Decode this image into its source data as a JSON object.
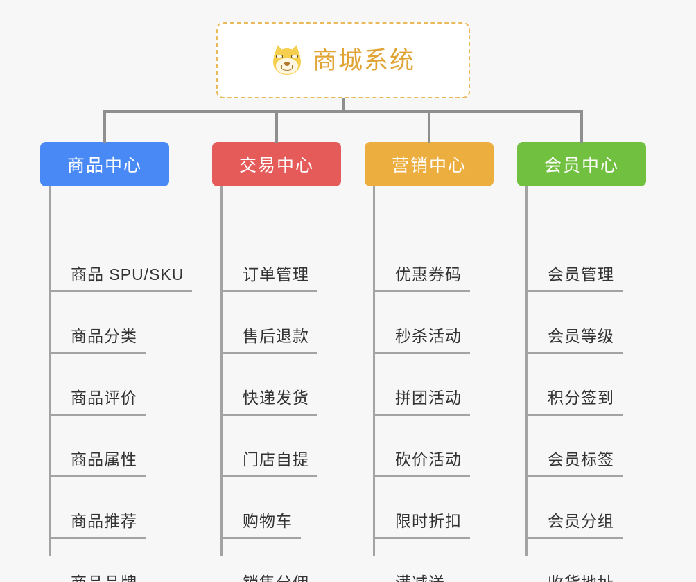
{
  "root": {
    "title": "商城系统",
    "icon": "shiba-inu-dog-face",
    "title_color": "#e0a434",
    "border_color": "#eab95a"
  },
  "connector_color": "#8f8f8f",
  "branches": [
    {
      "label": "商品中心",
      "color": "#4989f5",
      "items": [
        "商品 SPU/SKU",
        "商品分类",
        "商品评价",
        "商品属性",
        "商品推荐",
        "商品品牌"
      ]
    },
    {
      "label": "交易中心",
      "color": "#e55b59",
      "items": [
        "订单管理",
        "售后退款",
        "快递发货",
        "门店自提",
        "购物车",
        "销售分佣"
      ]
    },
    {
      "label": "营销中心",
      "color": "#edae40",
      "items": [
        "优惠券码",
        "秒杀活动",
        "拼团活动",
        "砍价活动",
        "限时折扣",
        "满减送"
      ]
    },
    {
      "label": "会员中心",
      "color": "#72c040",
      "items": [
        "会员管理",
        "会员等级",
        "积分签到",
        "会员标签",
        "会员分组",
        "收货地址"
      ]
    }
  ]
}
